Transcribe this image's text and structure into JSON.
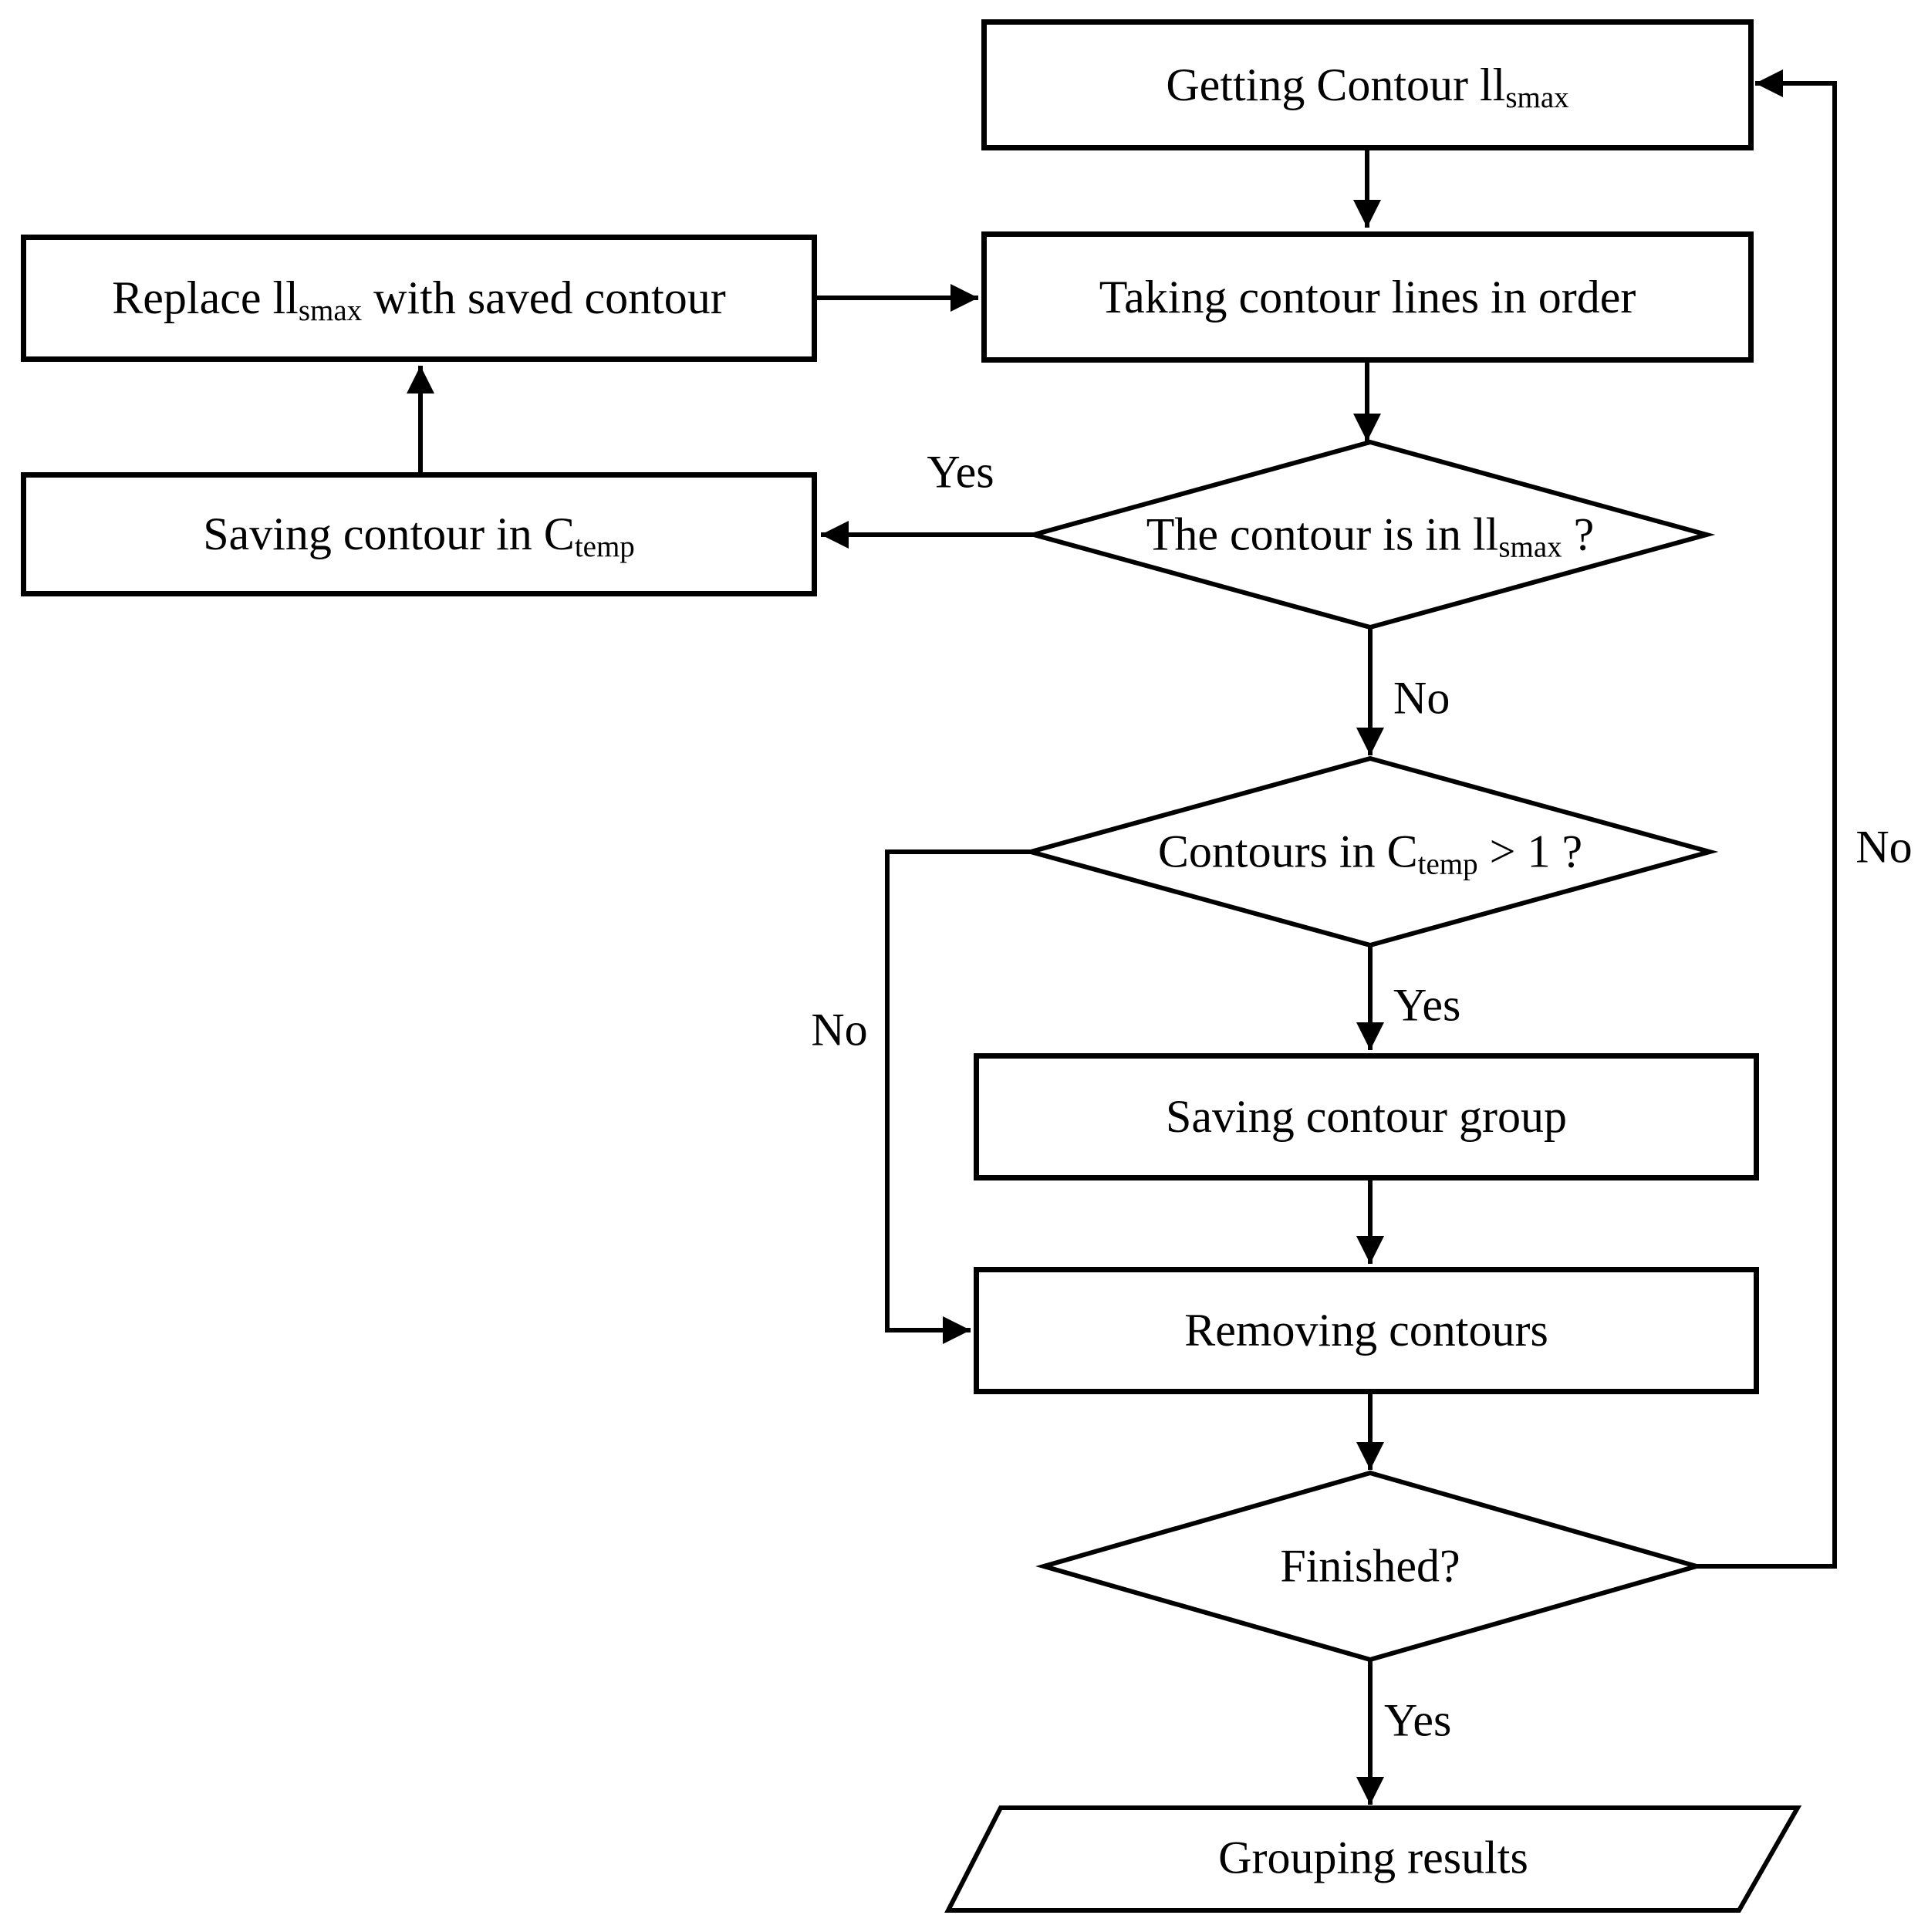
{
  "diagram": {
    "title": "contour-grouping-flowchart",
    "colors": {
      "stroke": "#000000",
      "background": "#ffffff"
    },
    "nodes": {
      "getting_contour": {
        "pre": "Getting Contour ll",
        "sub": "smax",
        "post": ""
      },
      "taking_lines": {
        "pre": "Taking contour lines in order",
        "sub": "",
        "post": ""
      },
      "replace_saved": {
        "pre": "Replace ll",
        "sub": "smax",
        "post": " with saved contour"
      },
      "saving_temp": {
        "pre": "Saving contour in C",
        "sub": "temp",
        "post": ""
      },
      "contour_in_decision": {
        "pre": "The contour is in ll",
        "sub": "smax",
        "post": " ?"
      },
      "contours_count_decision": {
        "pre": "Contours in C",
        "sub": "temp",
        "post": " > 1 ?"
      },
      "saving_group": {
        "pre": "Saving contour group",
        "sub": "",
        "post": ""
      },
      "removing_contours": {
        "pre": "Removing contours",
        "sub": "",
        "post": ""
      },
      "finished_decision": {
        "pre": "Finished?",
        "sub": "",
        "post": ""
      },
      "grouping_results": {
        "pre": "Grouping results",
        "sub": "",
        "post": ""
      }
    },
    "edge_labels": {
      "yes_contour_in": "Yes",
      "no_contour_in": "No",
      "yes_count": "Yes",
      "no_count": "No",
      "no_finished": "No",
      "yes_finished": "Yes"
    }
  }
}
